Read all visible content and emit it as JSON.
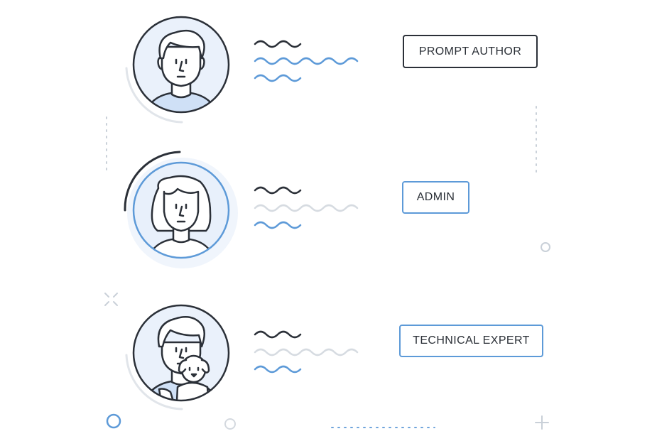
{
  "roles": [
    {
      "label": "PROMPT AUTHOR",
      "avatar": "man-avatar",
      "highlighted": false
    },
    {
      "label": "ADMIN",
      "avatar": "woman-avatar",
      "highlighted": true
    },
    {
      "label": "TECHNICAL EXPERT",
      "avatar": "man-with-puppy-avatar",
      "highlighted": false
    }
  ],
  "colors": {
    "ink": "#2b3038",
    "accent": "#5d9ad8",
    "accent_light": "#e4eefb",
    "muted": "#d6dbe1",
    "background": "#ffffff"
  }
}
